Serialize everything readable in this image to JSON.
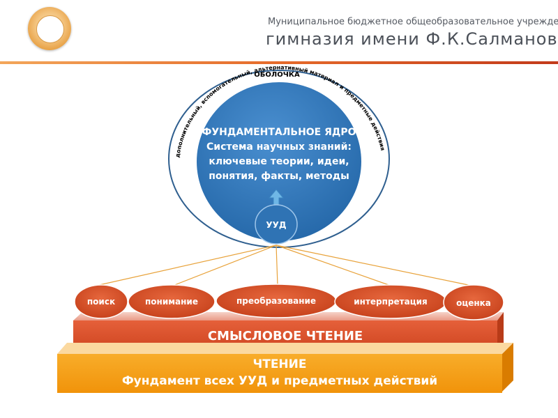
{
  "header": {
    "org_name": "Муниципальное бюджетное общеобразовательное учреждение",
    "school_name": "гимназия имени Ф.К.Салманова"
  },
  "diagram": {
    "shell_label": "ОБОЛОЧКА",
    "shell_arc_text": "дополнительный, вспомогательный, альтернативный материал и предметные действия",
    "core_title": "ФУНДАМЕНТАЛЬНОЕ ЯДРО",
    "core_lines": [
      "Система научных знаний:",
      "ключевые теории, идеи,",
      "понятия, факты, методы"
    ],
    "uud_label": "УУД",
    "skills": [
      "поиск",
      "понимание",
      "преобразование",
      "интерпретация",
      "оценка"
    ],
    "semantic_reading_label": "СМЫСЛОВОЕ ЧТЕНИЕ",
    "reading_label": "ЧТЕНИЕ",
    "reading_sublabel": "Фундамент всех УУД и предметных действий"
  },
  "colors": {
    "core_blue": "#2e75b6",
    "ring_blue": "#2f5f8f",
    "pill_red": "#d9512c",
    "bar_red": "#e0522c",
    "bar_orange": "#f49c12",
    "connector": "#e8a23a"
  }
}
